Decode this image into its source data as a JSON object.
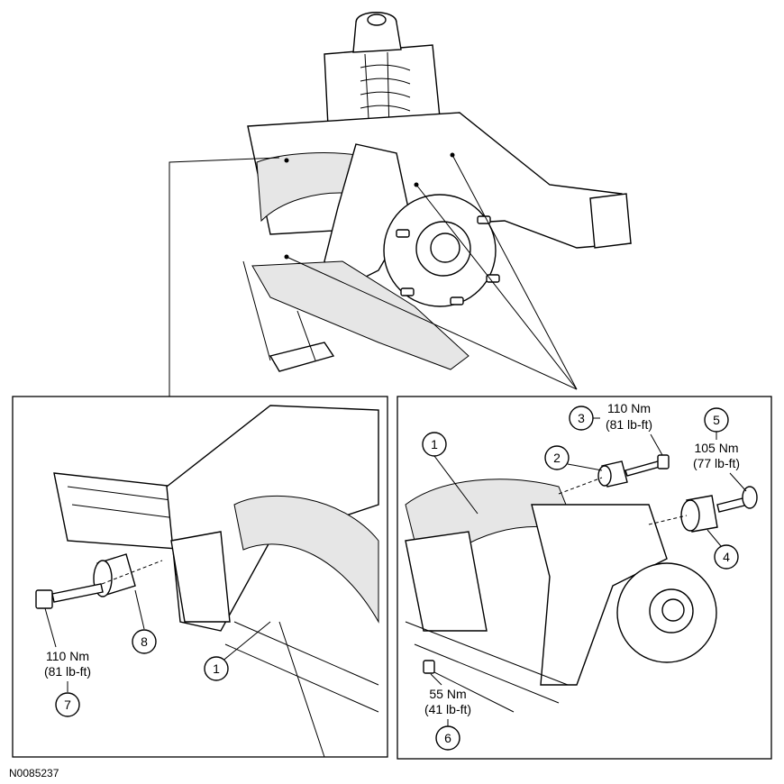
{
  "figure_reference": "N0085237",
  "callouts": {
    "c1_left": "1",
    "c1_right": "1",
    "c2": "2",
    "c3": "3",
    "c4": "4",
    "c5": "5",
    "c6": "6",
    "c7": "7",
    "c8": "8"
  },
  "torque_specs": {
    "spec3": {
      "nm": "110 Nm",
      "lbft": "(81 lb-ft)"
    },
    "spec5": {
      "nm": "105 Nm",
      "lbft": "(77 lb-ft)"
    },
    "spec6": {
      "nm": "55 Nm",
      "lbft": "(41 lb-ft)"
    },
    "spec7": {
      "nm": "110 Nm",
      "lbft": "(81 lb-ft)"
    }
  }
}
